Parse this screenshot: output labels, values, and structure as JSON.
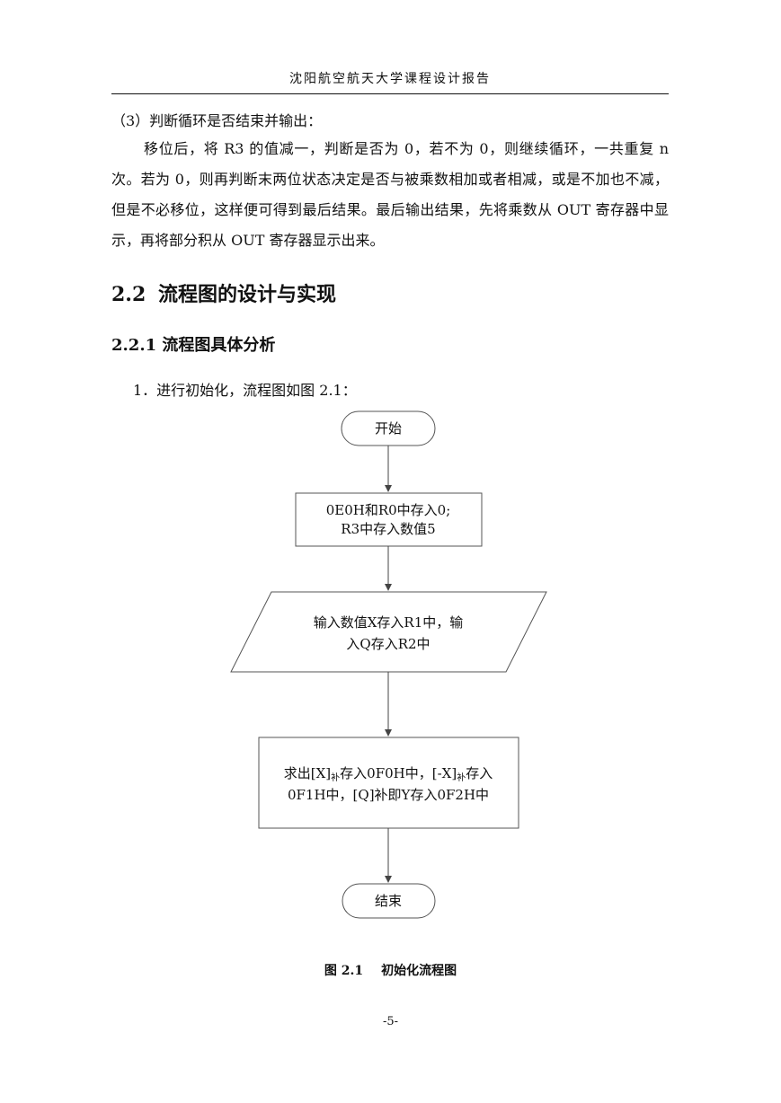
{
  "header": {
    "title": "沈阳航空航天大学课程设计报告"
  },
  "body": {
    "step3_heading": "（3）判断循环是否结束并输出：",
    "step3_text": "移位后，将 R3 的值减一，判断是否为 0，若不为 0，则继续循环，一共重复 n 次。若为 0，则再判断末两位状态决定是否与被乘数相加或者相减，或是不加也不减，但是不必移位，这样便可得到最后结果。最后输出结果，先将乘数从 OUT 寄存器中显示，再将部分积从 OUT 寄存器显示出来。"
  },
  "section": {
    "number": "2.2",
    "title": "流程图的设计与实现"
  },
  "subsection": {
    "title": "2.2.1 流程图具体分析"
  },
  "intro": "1．进行初始化，流程图如图 2.1：",
  "flowchart": {
    "start": "开始",
    "box1_line1": "0E0H和R0中存入0;",
    "box1_line2": "R3中存入数值5",
    "io_line1": "输入数值X存入R1中，输",
    "io_line2": "入Q存入R2中",
    "box2_line1_a": "求出[X]",
    "box2_line1_sub1": "补",
    "box2_line1_b": "存入0F0H中，[-X]",
    "box2_line1_sub2": "补",
    "box2_line1_c": "存入",
    "box2_line2": "0F1H中，[Q]补即Y存入0F2H中",
    "end": "结束"
  },
  "caption": {
    "label": "图 2.1",
    "title": "初始化流程图"
  },
  "page_number": "-5-"
}
